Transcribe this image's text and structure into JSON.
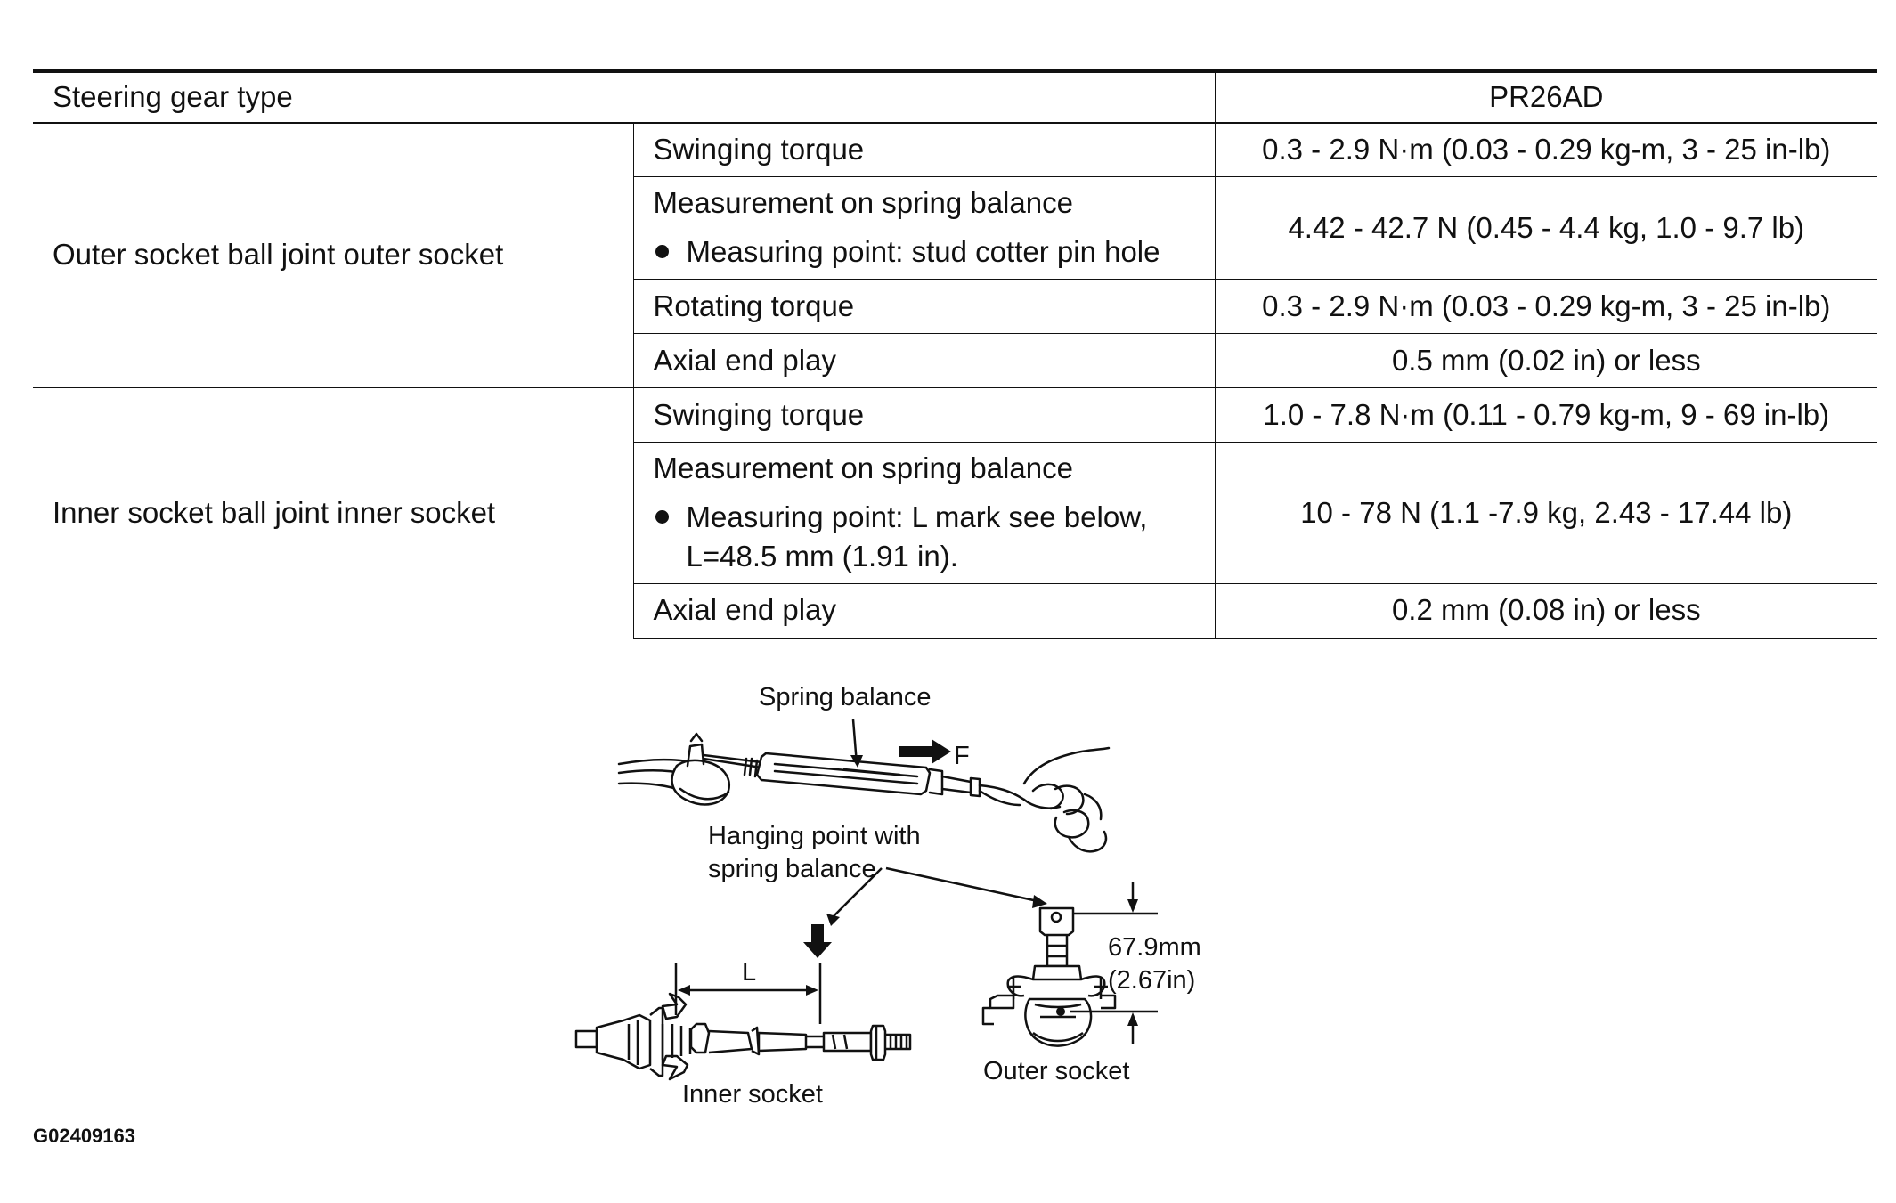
{
  "table": {
    "header": {
      "label": "Steering gear type",
      "value": "PR26AD"
    },
    "outer": {
      "label": "Outer socket ball joint outer socket",
      "rows": [
        {
          "item": "Swinging torque",
          "value": "0.3 - 2.9 N·m (0.03 - 0.29 kg-m, 3 - 25 in-lb)"
        },
        {
          "item": "Measurement on spring balance",
          "bullet": "Measuring point: stud cotter pin hole",
          "value": "4.42 - 42.7 N (0.45 - 4.4 kg, 1.0 - 9.7 lb)"
        },
        {
          "item": "Rotating torque",
          "value": "0.3 - 2.9 N·m (0.03 - 0.29 kg-m, 3 - 25 in-lb)"
        },
        {
          "item": "Axial end play",
          "value": "0.5 mm (0.02 in) or less"
        }
      ]
    },
    "inner": {
      "label": "Inner socket ball joint inner socket",
      "rows": [
        {
          "item": "Swinging torque",
          "value": "1.0 - 7.8 N·m (0.11 - 0.79 kg-m, 9 - 69 in-lb)"
        },
        {
          "item": "Measurement on spring balance",
          "bullet_line1": "Measuring point: L mark see below,",
          "bullet_line2": "L=48.5 mm (1.91 in).",
          "value": "10 - 78 N (1.1 -7.9 kg, 2.43 - 17.44 lb)"
        },
        {
          "item": "Axial end play",
          "value": "0.2 mm (0.08 in) or less"
        }
      ]
    }
  },
  "figure": {
    "spring_balance": "Spring balance",
    "force": "F",
    "hanging_line1": "Hanging point with",
    "hanging_line2": "spring balance",
    "dim_l": "L",
    "dim_line1": "67.9mm",
    "dim_line2": "(2.67in)",
    "inner_socket": "Inner socket",
    "outer_socket": "Outer socket",
    "code": "G02409163"
  }
}
